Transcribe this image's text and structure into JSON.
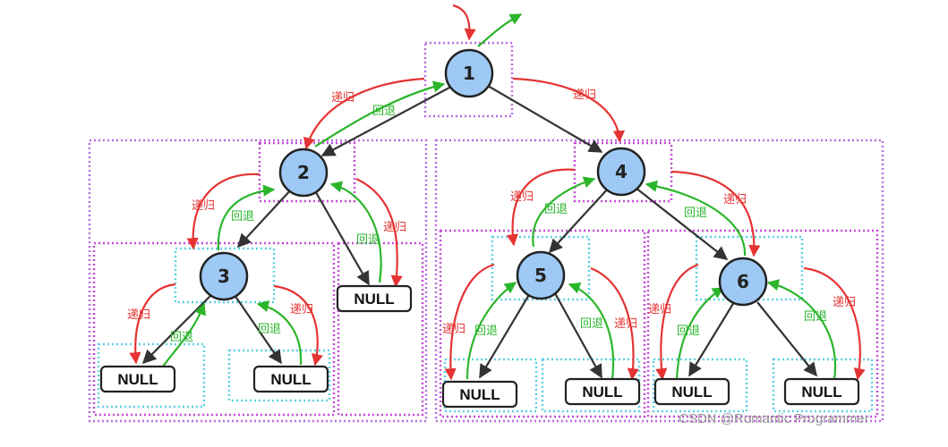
{
  "tree": {
    "nodes": [
      "1",
      "2",
      "3",
      "4",
      "5",
      "6"
    ],
    "null_label": "NULL"
  },
  "labels": {
    "recurse": "递归",
    "backtrack": "回退"
  },
  "watermark": "CSDN @Romantic Programmer",
  "colors": {
    "node_fill": "#9ec9f5",
    "node_stroke": "#222222",
    "edge": "#333333",
    "recurse": "#e53333",
    "backtrack": "#2bb52b",
    "outer_box": "#b86be0",
    "inner_box": "#5fd0e6",
    "mid_box": "#c44bd6"
  }
}
